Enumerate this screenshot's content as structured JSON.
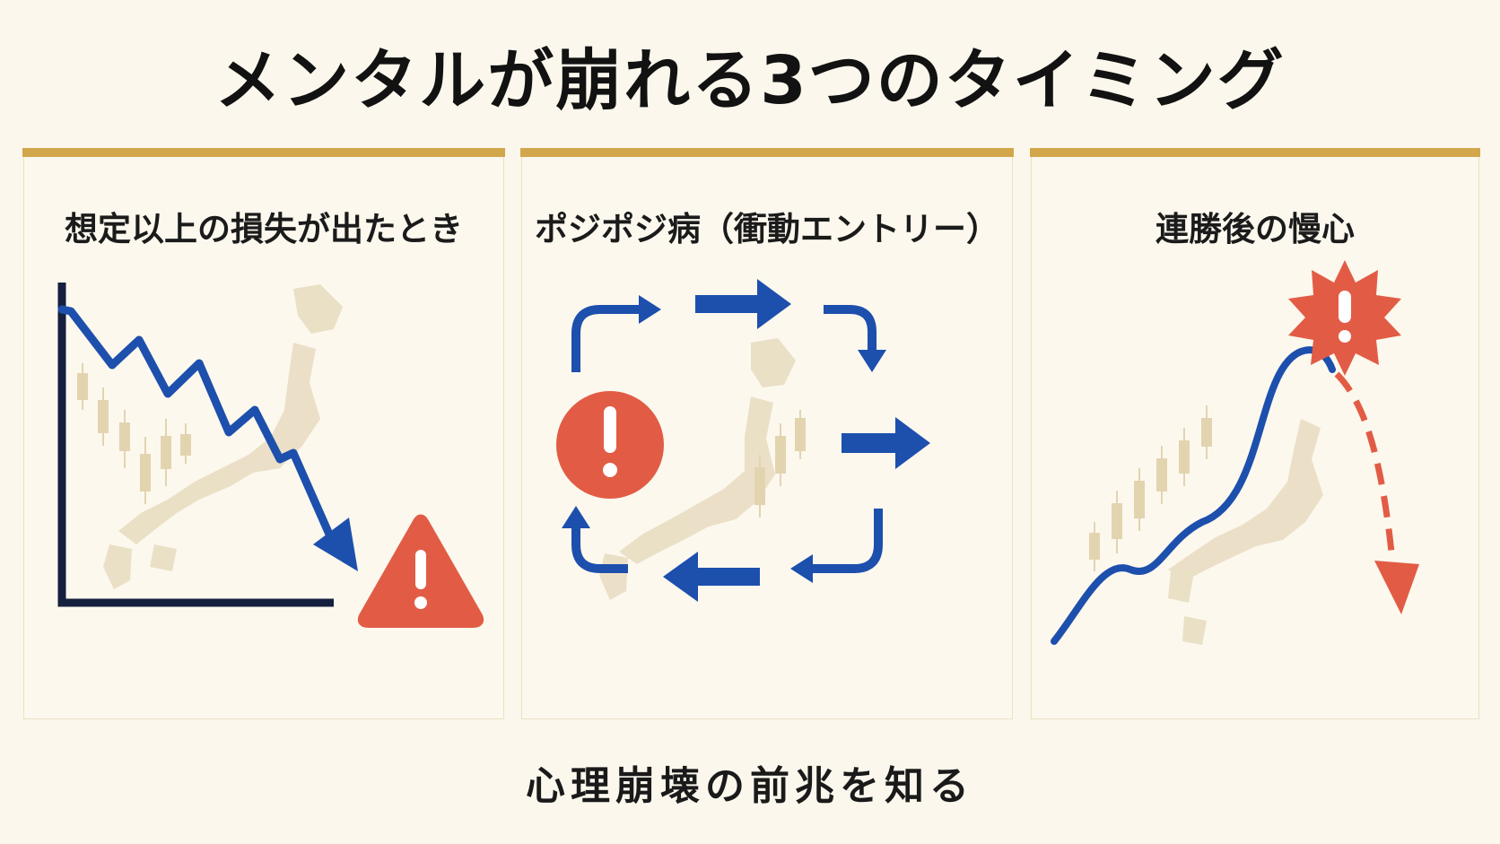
{
  "title": "メンタルが崩れる3つのタイミング",
  "panels": [
    {
      "title": "想定以上の損失が出たとき",
      "alert_icon": "warning-triangle-icon"
    },
    {
      "title": "ポジポジ病（衝動エントリー）",
      "alert_icon": "exclamation-circle-icon"
    },
    {
      "title": "連勝後の慢心",
      "alert_icon": "exclamation-burst-icon"
    }
  ],
  "footer": "心理崩壊の前兆を知る",
  "colors": {
    "background": "#fbf7ec",
    "gold_bar": "#d2a64b",
    "blue": "#1d4fad",
    "navy": "#15203f",
    "red": "#e25c45",
    "map": "#e8dcc0"
  }
}
